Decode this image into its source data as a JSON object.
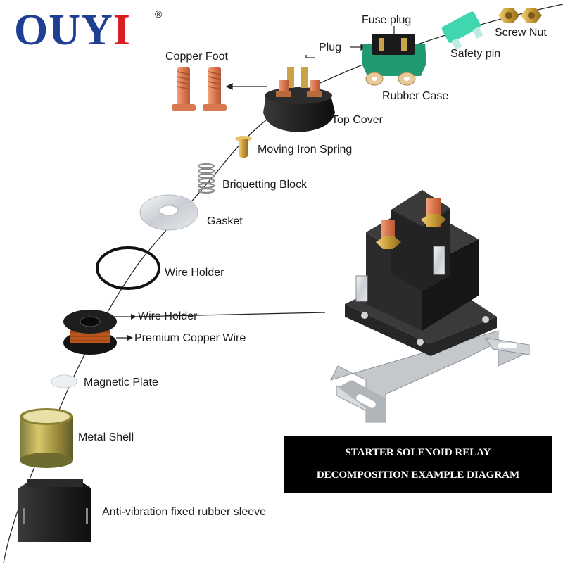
{
  "brand": {
    "letters": [
      "O",
      "U",
      "Y",
      "I"
    ],
    "colors": [
      "#1f3f94",
      "#1f3f94",
      "#1f3f94",
      "#d81e1e"
    ],
    "registered_mark": "®"
  },
  "labels": {
    "fuse_plug": "Fuse plug",
    "screw_nut": "Screw Nut",
    "plug": "Plug",
    "safety_pin": "Safety pin",
    "copper_foot": "Copper Foot",
    "rubber_case": "Rubber Case",
    "top_cover": "Top Cover",
    "moving_iron_spring": "Moving Iron Spring",
    "briquetting_block": "Briquetting Block",
    "gasket": "Gasket",
    "wire_holder_ring": "Wire Holder",
    "wire_holder_bobbin": "Wire Holder",
    "premium_copper_wire": "Premium Copper Wire",
    "magnetic_plate": "Magnetic Plate",
    "metal_shell": "Metal Shell",
    "rubber_sleeve": "Anti-vibration fixed rubber sleeve"
  },
  "banner": {
    "line1": "STARTER SOLENOID RELAY",
    "line2": "DECOMPOSITION EXAMPLE DIAGRAM"
  },
  "colors": {
    "logo_blue": "#1f3f94",
    "logo_red": "#d81e1e",
    "copper": "#d9774e",
    "brass": "#d6b04a",
    "rubber_green": "#1f9a72",
    "fuse_teal": "#3fd6b0",
    "black_part": "#1e1e1e",
    "banner_bg": "#000000"
  }
}
